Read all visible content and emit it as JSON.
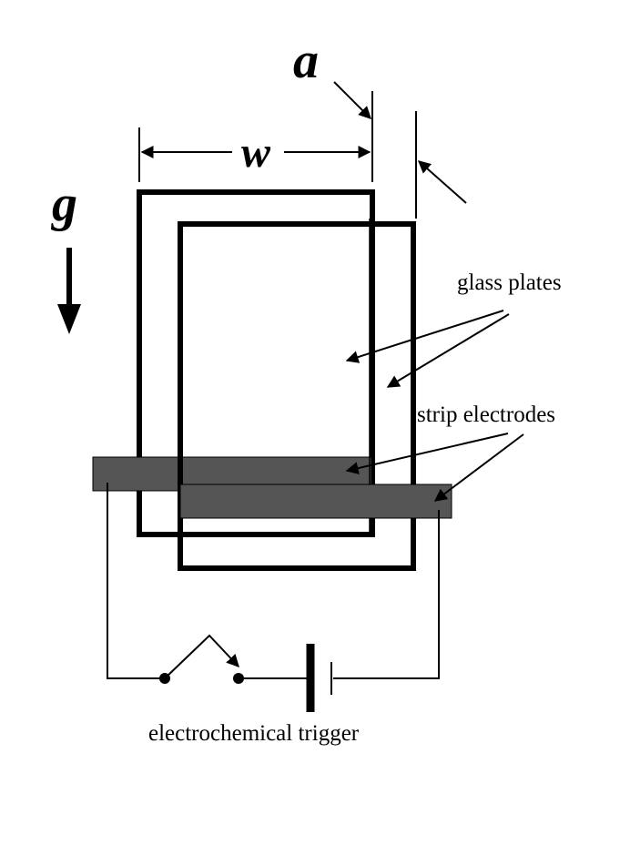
{
  "symbols": {
    "a": "a",
    "w": "w",
    "g": "g"
  },
  "labels": {
    "glass_plates": "glass plates",
    "strip_electrodes": "strip electrodes",
    "trigger": "electrochemical trigger"
  },
  "colors": {
    "line": "#000000",
    "electrode_fill": "#555555",
    "background": "#ffffff"
  }
}
